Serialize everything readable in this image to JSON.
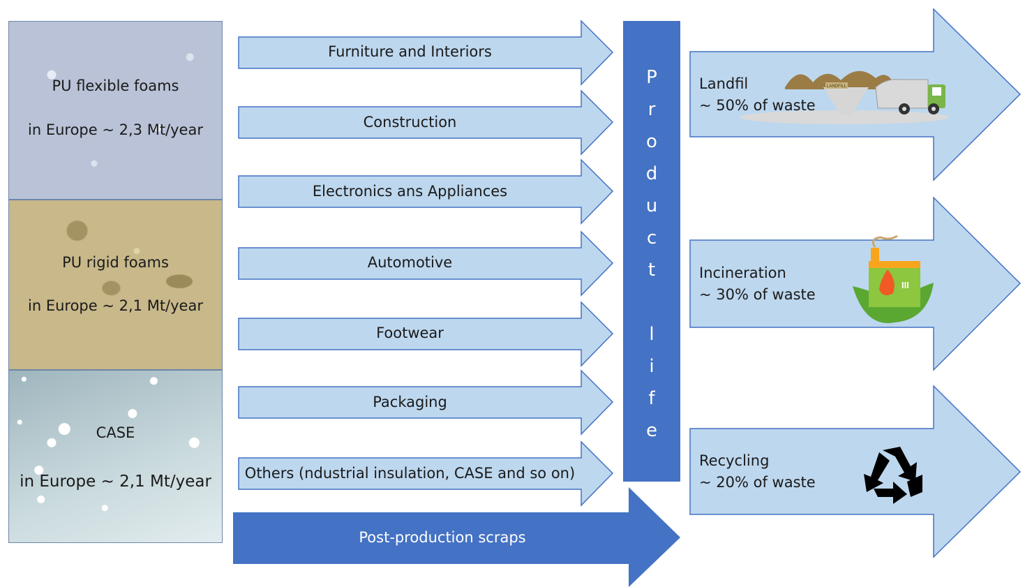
{
  "panels": [
    {
      "name": "PU flexible foams",
      "region": "in Europe ~ 2,3 Mt/year"
    },
    {
      "name": "PU rigid foams",
      "region": "in Europe ~ 2,1 Mt/year"
    },
    {
      "name": "CASE",
      "region": "in Europe ~ 2,1 Mt/year"
    }
  ],
  "sectors": [
    "Furniture and Interiors",
    "Construction",
    "Electronics ans Appliances",
    "Automotive",
    "Footwear",
    "Packaging",
    "Others (ndustrial insulation, CASE and so on)"
  ],
  "scraps_label": "Post-production scraps",
  "product_life": [
    "P",
    "r",
    "o",
    "d",
    "u",
    "c",
    "t",
    "",
    "l",
    "i",
    "f",
    "e"
  ],
  "outcomes": [
    {
      "name": "Landfil",
      "share": "~ 50% of waste",
      "icon": "landfill-truck-icon",
      "sign": "LANDFILL"
    },
    {
      "name": "Incineration",
      "share": "~ 30% of waste",
      "icon": "incineration-factory-icon",
      "sign": "III"
    },
    {
      "name": "Recycling",
      "share": "~ 20% of waste",
      "icon": "recycle-icon"
    }
  ],
  "colors": {
    "light_arrow": "#bdd7ee",
    "dark_arrow": "#4472c4",
    "outline": "#4472c4"
  }
}
